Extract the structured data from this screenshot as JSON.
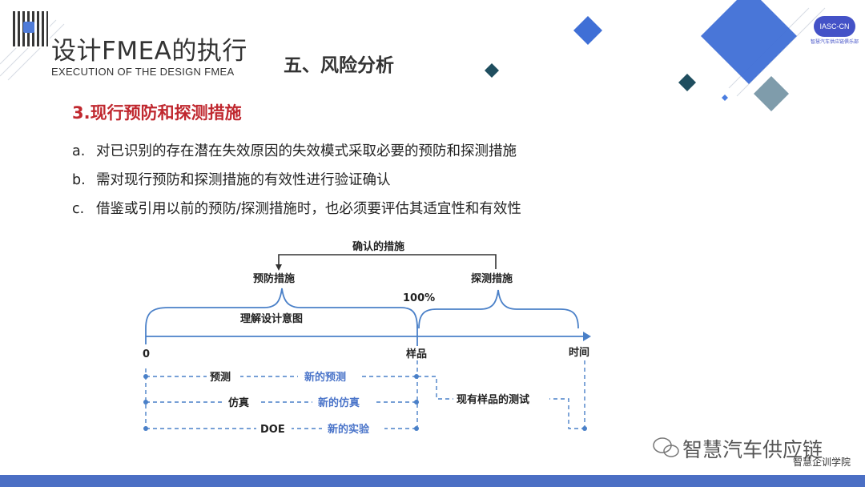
{
  "header": {
    "title_cn": "设计FMEA的执行",
    "title_en": "EXECUTION OF THE DESIGN FMEA",
    "section": "五、风险分析",
    "logo_text": "IASC-CN",
    "logo_caption": "智慧汽车供应链俱乐部"
  },
  "content": {
    "subtitle": "3.现行预防和探测措施",
    "items": [
      {
        "label": "a.",
        "text": "对已识别的存在潜在失效原因的失效模式采取必要的预防和探测措施"
      },
      {
        "label": "b.",
        "text": "需对现行预防和探测措施的有效性进行验证确认"
      },
      {
        "label": "c.",
        "text": "借鉴或引用以前的预防/探测措施时，也必须要评估其适宜性和有效性"
      }
    ]
  },
  "diagram": {
    "confirm": "确认的措施",
    "prevention": "预防措施",
    "detection": "探测措施",
    "percent": "100%",
    "understand": "理解设计意图",
    "zero": "0",
    "sample": "样品",
    "time": "时间",
    "predict": "预测",
    "new_predict": "新的预测",
    "simulation": "仿真",
    "new_simulation": "新的仿真",
    "doe": "DOE",
    "new_experiment": "新的实验",
    "existing_test": "现有样品的测试"
  },
  "footer": {
    "watermark": "智慧汽车供应链",
    "watermark2": "智慧企训学院"
  },
  "colors": {
    "accent_blue": "#3f6fd6",
    "dark_teal": "#1f4e5f",
    "subtitle_red": "#c0282f",
    "bar_blue": "#4b6fc4"
  }
}
